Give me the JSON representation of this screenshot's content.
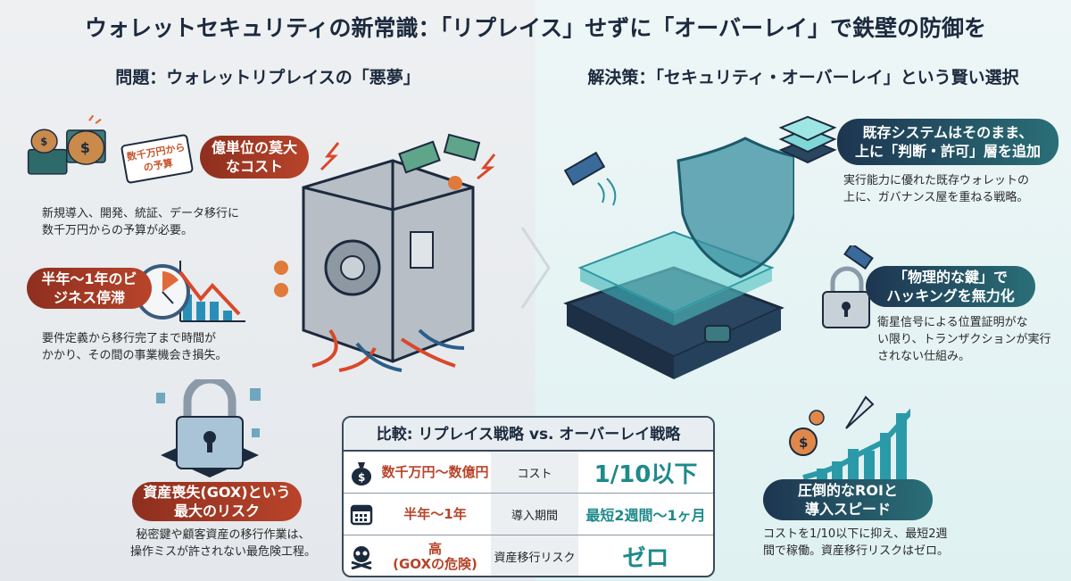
{
  "title": "ウォレットセキュリティの新常識：「リプレイス」せずに「オーバーレイ」で鉄壁の防御を",
  "left": {
    "heading": "問題：ウォレットリプレイスの「悪夢」",
    "items": [
      {
        "tag": "数千万円からの予算",
        "badge": "億単位の莫大なコスト",
        "desc1": "新規導入、開発、統証、データ移行に",
        "desc2": "数千万円からの予算が必要。"
      },
      {
        "badge": "半年〜1年のビジネス停滞",
        "desc1": "要件定義から移行完了まで時間が",
        "desc2": "かかり、その間の事業機会き損失。"
      },
      {
        "badge1": "資産喪失(GOX)という",
        "badge2": "最大のリスク",
        "desc1": "秘密鍵や顧客資産の移行作業は、",
        "desc2": "操作ミスが許されない最危険工程。"
      }
    ]
  },
  "right": {
    "heading": "解決策：「セキュリティ・オーバーレイ」という賢い選択",
    "items": [
      {
        "badge1": "既存システムはそのまま、",
        "badge2": "上に「判断・許可」層を追加",
        "desc1": "実行能力に優れた既存ウォレットの",
        "desc2": "上に、ガバナンス屋を重ねる戦略。"
      },
      {
        "badge1": "「物理的な鍵」で",
        "badge2": "ハッキングを無力化",
        "desc1": "衛星信号による位置証明がな",
        "desc2": "い限り、トランザクションが実行",
        "desc3": "されない仕組み。"
      },
      {
        "badge1": "圧倒的なROIと",
        "badge2": "導入スピード",
        "desc1": "コストを1/10以下に抑え、最短2週",
        "desc2": "間で稼働。資産移行リスクはゼロ。"
      }
    ]
  },
  "table": {
    "title": "比較: リプレイス戦略 vs. オーバーレイ戦略",
    "rows": [
      {
        "icon": "money-bag-icon",
        "replace": "数千万円〜数億円",
        "metric": "コスト",
        "overlay": "1/10以下"
      },
      {
        "icon": "calendar-icon",
        "replace": "半年〜1年",
        "metric": "導入期間",
        "overlay": "最短2週間〜1ヶ月"
      },
      {
        "icon": "skull-crossbones-icon",
        "replace1": "高",
        "replace2": "(GOXの危険)",
        "metric": "資産移行リスク",
        "overlay": "ゼロ"
      }
    ]
  },
  "colors": {
    "problem": "#b8442a",
    "solution": "#1f8a8a",
    "navy": "#1c2a3e"
  }
}
